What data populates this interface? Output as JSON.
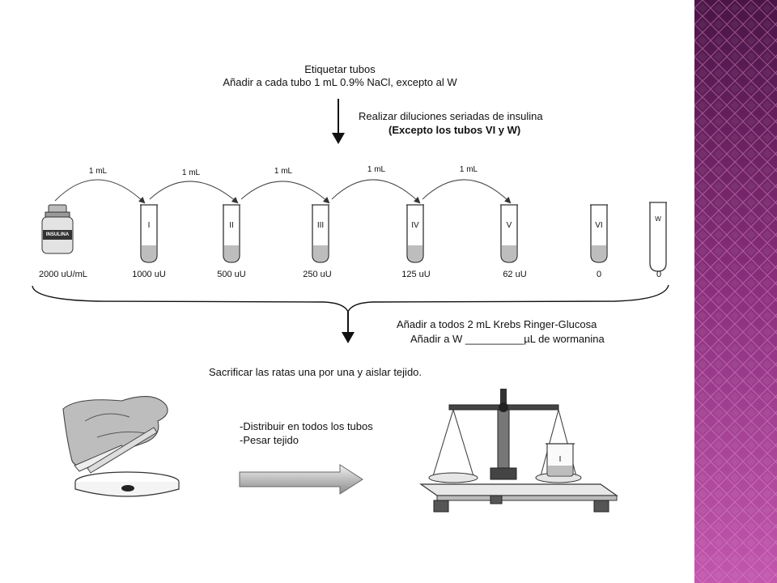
{
  "colors": {
    "background": "#ffffff",
    "side_panel_dark": "#5a1a52",
    "side_panel_light": "#b7459f",
    "ink": "#111111"
  },
  "header": {
    "line1": "Etiquetar  tubos",
    "line2": "Añadir a cada tubo 1 mL 0.9% NaCl, excepto al W"
  },
  "dilution_step": {
    "line1": "Realizar diluciones seriadas de insulina",
    "line2": "(Excepto los tubos VI y W)"
  },
  "transfers": [
    "1 mL",
    "1 mL",
    "1 mL",
    "1 mL",
    "1 mL"
  ],
  "stock": {
    "bottle_label": "INSULINA",
    "concentration": "2000 uU/mL"
  },
  "tubes": [
    {
      "id": "I",
      "amount": "1000 uU"
    },
    {
      "id": "II",
      "amount": "500 uU"
    },
    {
      "id": "III",
      "amount": "250 uU"
    },
    {
      "id": "IV",
      "amount": "125 uU"
    },
    {
      "id": "V",
      "amount": "62 uU"
    },
    {
      "id": "VI",
      "amount": "0"
    },
    {
      "id": "W",
      "amount": "0"
    }
  ],
  "add_step": {
    "line1": "Añadir  a todos 2 mL Krebs Ringer-Glucosa",
    "line2": "Añadir a W __________µL de wormanina"
  },
  "sacrifice_step": "Sacrificar las ratas una por una y aislar tejido.",
  "process_steps": {
    "line1": "-Distribuir en todos los tubos",
    "line2": "-Pesar tejido"
  },
  "balance_beaker_label": "I"
}
